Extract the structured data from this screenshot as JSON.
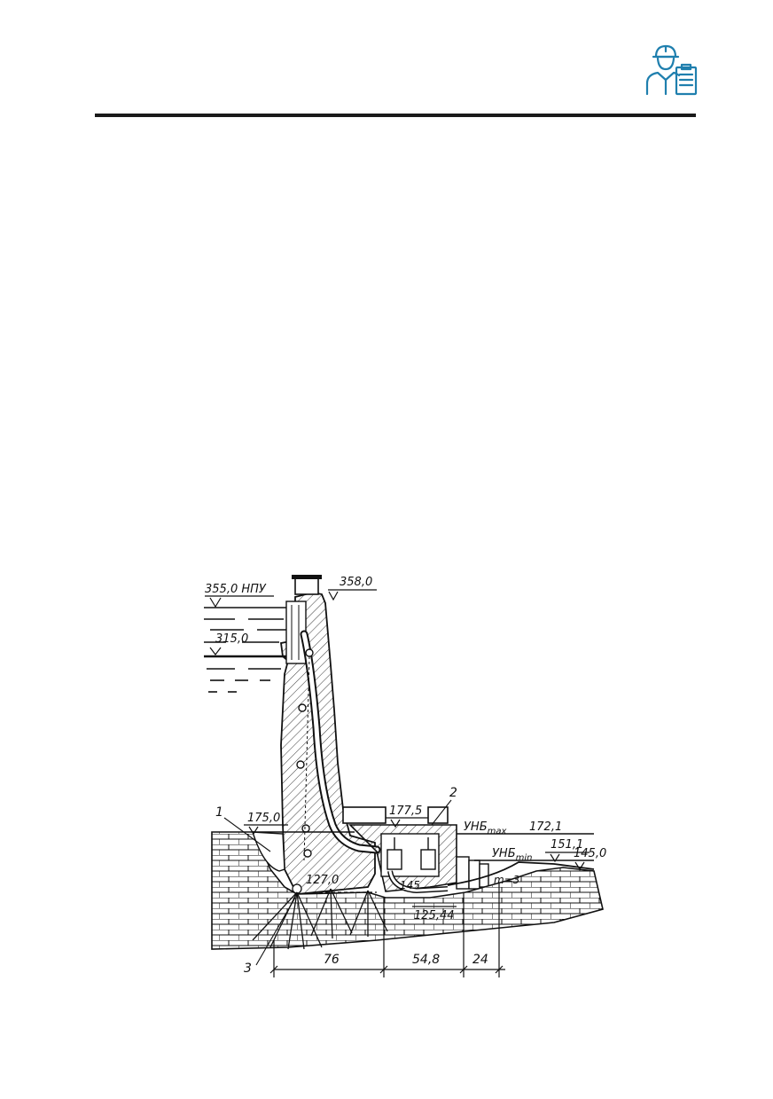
{
  "header": {
    "icon": "engineer-with-clipboard-icon",
    "accent_color": "#1f7fae"
  },
  "diagram": {
    "marks": {
      "npu": "355,0 НПУ",
      "crest": "358,0",
      "dead_level": "315,0",
      "left_ground": "175,0",
      "powerhouse_top": "177,5",
      "unb_max_label": "УНБ",
      "unb_max_sub": "max",
      "unb_max_value": "172,1",
      "unb_min_label": "УНБ",
      "unb_min_sub": "min",
      "unb_min_value": "151,1",
      "tail_ground": "145,0",
      "gallery": "127,0",
      "draft_tube": "145",
      "foundation": "125,44",
      "slope": "m=3"
    },
    "callouts": {
      "c1": "1",
      "c2": "2",
      "c3": "3"
    },
    "dimensions": {
      "d1": "76",
      "d2": "54,8",
      "d3": "24"
    }
  }
}
